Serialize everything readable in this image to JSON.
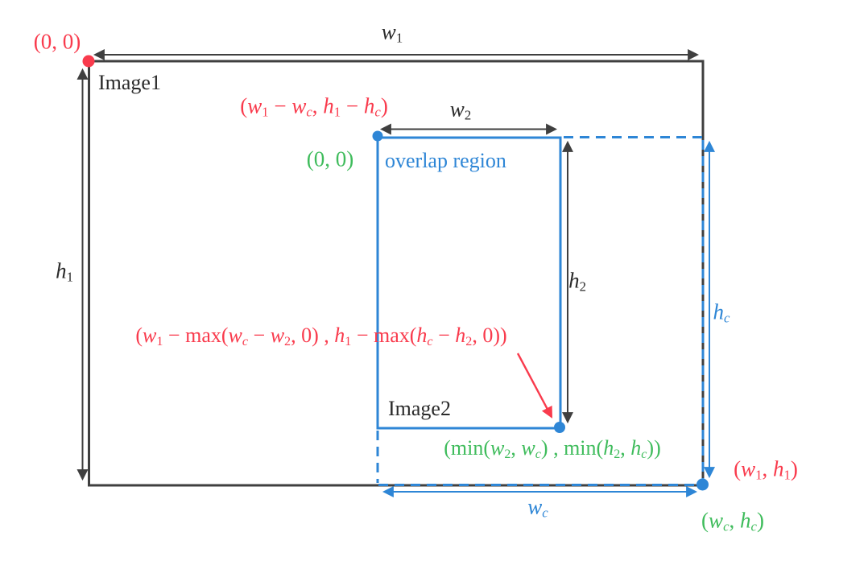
{
  "colors": {
    "line_dark": "#3F3F3F",
    "red": "#F93B4D",
    "green": "#3FBC5C",
    "blue": "#2E86D6",
    "background": "#FFFFFF"
  },
  "diagram": {
    "image1": {
      "name": "Image1",
      "origin_label": "(0, 0)",
      "width_label": "<i>w</i><sub>1</sub>",
      "height_label": "<i>h</i><sub>1</sub>",
      "bottom_right_label": "(<i>w</i><sub>1</sub>, <i>h</i><sub>1</sub>)"
    },
    "image2": {
      "name": "Image2",
      "width_label": "<i>w</i><sub>2</sub>",
      "height_label": "<i>h</i><sub>2</sub>"
    },
    "overlap": {
      "name": "overlap region",
      "origin_label": "(0, 0)",
      "top_left_label": "(<i>w</i><sub>1</sub> − <i>w</i><sub><i>c</i></sub>, <i>h</i><sub>1</sub> − <i>h</i><sub><i>c</i></sub>)",
      "inner_corner_label": "(<i>w</i><sub>1</sub> − max(<i>w</i><sub><i>c</i></sub> − <i>w</i><sub>2</sub>, 0) , <i>h</i><sub>1</sub> − max(<i>h</i><sub><i>c</i></sub> − <i>h</i><sub>2</sub>, 0))",
      "bottom_right_label": "(min(<i>w</i><sub>2</sub>, <i>w</i><sub><i>c</i></sub>) , min(<i>h</i><sub>2</sub>, <i>h</i><sub><i>c</i></sub>))"
    },
    "crop": {
      "width_label": "<i>w</i><sub><i>c</i></sub>",
      "height_label": "<i>h</i><sub><i>c</i></sub>",
      "bottom_right_label": "(<i>w</i><sub><i>c</i></sub>, <i>h</i><sub><i>c</i></sub>)"
    }
  }
}
